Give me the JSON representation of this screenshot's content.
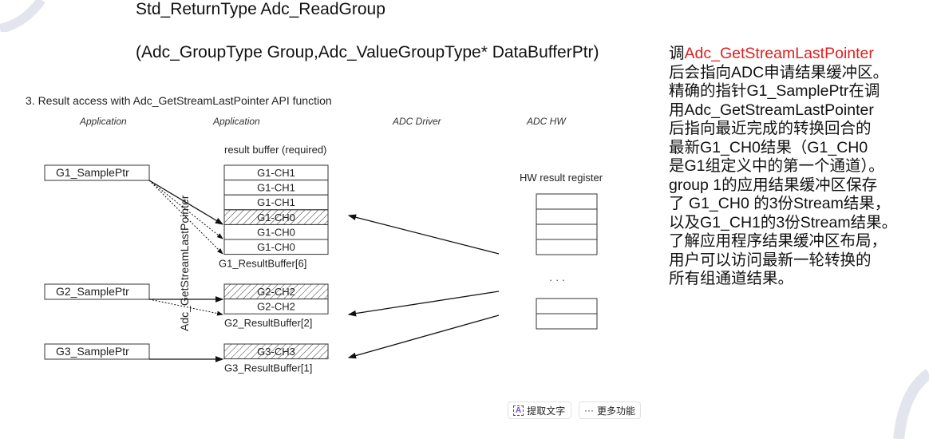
{
  "signature": {
    "line1": "Std_ReturnType Adc_ReadGroup",
    "line2": "(Adc_GroupType Group,Adc_ValueGroupType* DataBufferPtr)"
  },
  "diagram": {
    "title": "3. Result access with Adc_GetStreamLastPointer API function",
    "columns": [
      "Application",
      "Application",
      "ADC Driver",
      "ADC HW"
    ],
    "buffer_label": "result buffer (required)",
    "api_label": "Adc_GetStreamLastPointer",
    "hw_label": "HW result register",
    "hw_ellipsis": "· · ·",
    "pointers": [
      "G1_SamplePtr",
      "G2_SamplePtr",
      "G3_SamplePtr"
    ],
    "g1_cells": [
      "G1-CH1",
      "G1-CH1",
      "G1-CH1",
      "G1-CH0",
      "G1-CH0",
      "G1-CH0"
    ],
    "g1_name": "G1_ResultBuffer[6]",
    "g2_cells": [
      "G2-CH2",
      "G2-CH2"
    ],
    "g2_name": "G2_ResultBuffer[2]",
    "g3_cells": [
      "G3-CH3"
    ],
    "g3_name": "G3_ResultBuffer[1]"
  },
  "explanation": {
    "prefix": "调",
    "api": "Adc_GetStreamLastPointer",
    "lines": [
      "后会指向ADC申请结果缓冲区。",
      "精确的指针G1_SamplePtr在调",
      "用Adc_GetStreamLastPointer",
      "后指向最近完成的转换回合的",
      "最新G1_CH0结果（G1_CH0",
      "是G1组定义中的第一个通道）。",
      "group 1的应用结果缓冲区保存",
      "了 G1_CH0 的3份Stream结果，",
      "以及G1_CH1的3份Stream结果。",
      "了解应用程序结果缓冲区布局，",
      "用户可以访问最新一轮转换的",
      "所有组通道结果。"
    ]
  },
  "toolbar": {
    "extract_text": "提取文字",
    "more": "更多功能"
  }
}
